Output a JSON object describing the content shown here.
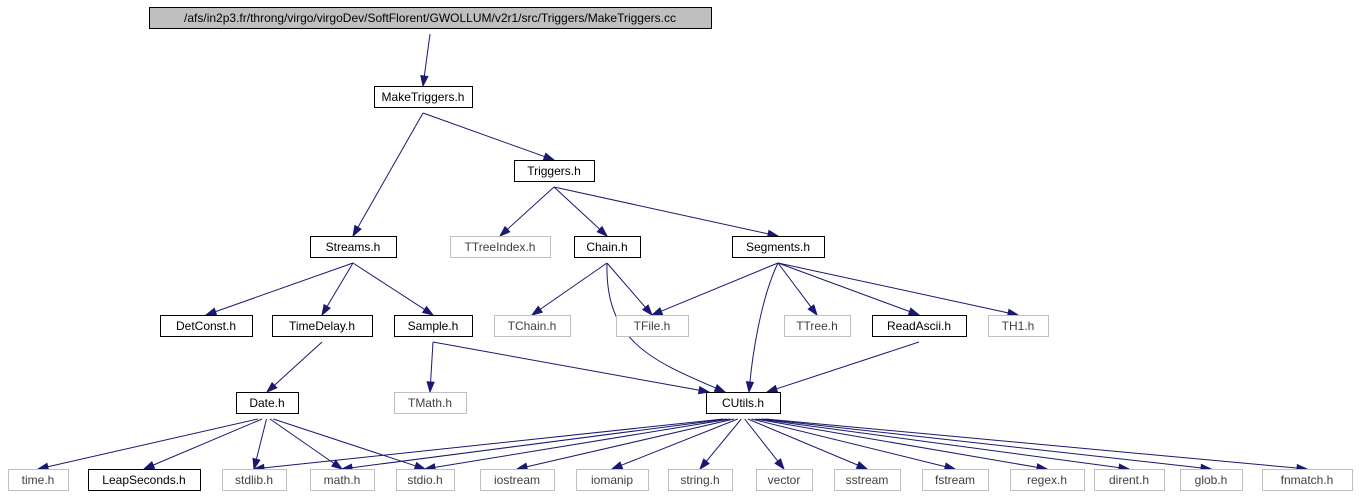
{
  "diagram": {
    "type": "include-dependency-graph",
    "root": "/afs/in2p3.fr/throng/virgo/virgoDev/SoftFlorent/GWOLLUM/v2r1/src/Triggers/MakeTriggers.cc",
    "nodes": [
      {
        "id": "root",
        "label": "/afs/in2p3.fr/throng/virgo/virgoDev/SoftFlorent/GWOLLUM/v2r1/src/Triggers/MakeTriggers.cc",
        "kind": "root"
      },
      {
        "id": "maketriggers_h",
        "label": "MakeTriggers.h",
        "kind": "local"
      },
      {
        "id": "triggers_h",
        "label": "Triggers.h",
        "kind": "local"
      },
      {
        "id": "streams_h",
        "label": "Streams.h",
        "kind": "local"
      },
      {
        "id": "ttreeindex_h",
        "label": "TTreeIndex.h",
        "kind": "external"
      },
      {
        "id": "chain_h",
        "label": "Chain.h",
        "kind": "local"
      },
      {
        "id": "segments_h",
        "label": "Segments.h",
        "kind": "local"
      },
      {
        "id": "detconst_h",
        "label": "DetConst.h",
        "kind": "local"
      },
      {
        "id": "timedelay_h",
        "label": "TimeDelay.h",
        "kind": "local"
      },
      {
        "id": "sample_h",
        "label": "Sample.h",
        "kind": "local"
      },
      {
        "id": "tchain_h",
        "label": "TChain.h",
        "kind": "external"
      },
      {
        "id": "tfile_h",
        "label": "TFile.h",
        "kind": "external"
      },
      {
        "id": "ttree_h",
        "label": "TTree.h",
        "kind": "external"
      },
      {
        "id": "readascii_h",
        "label": "ReadAscii.h",
        "kind": "local"
      },
      {
        "id": "th1_h",
        "label": "TH1.h",
        "kind": "external"
      },
      {
        "id": "date_h",
        "label": "Date.h",
        "kind": "local"
      },
      {
        "id": "tmath_h",
        "label": "TMath.h",
        "kind": "external"
      },
      {
        "id": "cutils_h",
        "label": "CUtils.h",
        "kind": "local"
      },
      {
        "id": "time_h",
        "label": "time.h",
        "kind": "external"
      },
      {
        "id": "leapseconds_h",
        "label": "LeapSeconds.h",
        "kind": "local"
      },
      {
        "id": "stdlib_h",
        "label": "stdlib.h",
        "kind": "external"
      },
      {
        "id": "math_h",
        "label": "math.h",
        "kind": "external"
      },
      {
        "id": "stdio_h",
        "label": "stdio.h",
        "kind": "external"
      },
      {
        "id": "iostream",
        "label": "iostream",
        "kind": "external"
      },
      {
        "id": "iomanip",
        "label": "iomanip",
        "kind": "external"
      },
      {
        "id": "string_h",
        "label": "string.h",
        "kind": "external"
      },
      {
        "id": "vector",
        "label": "vector",
        "kind": "external"
      },
      {
        "id": "sstream",
        "label": "sstream",
        "kind": "external"
      },
      {
        "id": "fstream",
        "label": "fstream",
        "kind": "external"
      },
      {
        "id": "regex_h",
        "label": "regex.h",
        "kind": "external"
      },
      {
        "id": "dirent_h",
        "label": "dirent.h",
        "kind": "external"
      },
      {
        "id": "glob_h",
        "label": "glob.h",
        "kind": "external"
      },
      {
        "id": "fnmatch_h",
        "label": "fnmatch.h",
        "kind": "external"
      }
    ],
    "edges": [
      {
        "from": "root",
        "to": "maketriggers_h"
      },
      {
        "from": "maketriggers_h",
        "to": "triggers_h"
      },
      {
        "from": "maketriggers_h",
        "to": "streams_h"
      },
      {
        "from": "triggers_h",
        "to": "ttreeindex_h"
      },
      {
        "from": "triggers_h",
        "to": "chain_h"
      },
      {
        "from": "triggers_h",
        "to": "segments_h"
      },
      {
        "from": "streams_h",
        "to": "detconst_h"
      },
      {
        "from": "streams_h",
        "to": "timedelay_h"
      },
      {
        "from": "streams_h",
        "to": "sample_h"
      },
      {
        "from": "chain_h",
        "to": "tchain_h"
      },
      {
        "from": "chain_h",
        "to": "tfile_h"
      },
      {
        "from": "chain_h",
        "to": "cutils_h"
      },
      {
        "from": "segments_h",
        "to": "tfile_h"
      },
      {
        "from": "segments_h",
        "to": "cutils_h"
      },
      {
        "from": "segments_h",
        "to": "ttree_h"
      },
      {
        "from": "segments_h",
        "to": "readascii_h"
      },
      {
        "from": "segments_h",
        "to": "th1_h"
      },
      {
        "from": "readascii_h",
        "to": "cutils_h"
      },
      {
        "from": "timedelay_h",
        "to": "date_h"
      },
      {
        "from": "sample_h",
        "to": "tmath_h"
      },
      {
        "from": "sample_h",
        "to": "cutils_h"
      },
      {
        "from": "date_h",
        "to": "time_h"
      },
      {
        "from": "date_h",
        "to": "leapseconds_h"
      },
      {
        "from": "date_h",
        "to": "stdlib_h"
      },
      {
        "from": "date_h",
        "to": "math_h"
      },
      {
        "from": "date_h",
        "to": "stdio_h"
      },
      {
        "from": "cutils_h",
        "to": "stdlib_h"
      },
      {
        "from": "cutils_h",
        "to": "math_h"
      },
      {
        "from": "cutils_h",
        "to": "stdio_h"
      },
      {
        "from": "cutils_h",
        "to": "iostream"
      },
      {
        "from": "cutils_h",
        "to": "iomanip"
      },
      {
        "from": "cutils_h",
        "to": "string_h"
      },
      {
        "from": "cutils_h",
        "to": "vector"
      },
      {
        "from": "cutils_h",
        "to": "sstream"
      },
      {
        "from": "cutils_h",
        "to": "fstream"
      },
      {
        "from": "cutils_h",
        "to": "regex_h"
      },
      {
        "from": "cutils_h",
        "to": "dirent_h"
      },
      {
        "from": "cutils_h",
        "to": "glob_h"
      },
      {
        "from": "cutils_h",
        "to": "fnmatch_h"
      }
    ]
  }
}
